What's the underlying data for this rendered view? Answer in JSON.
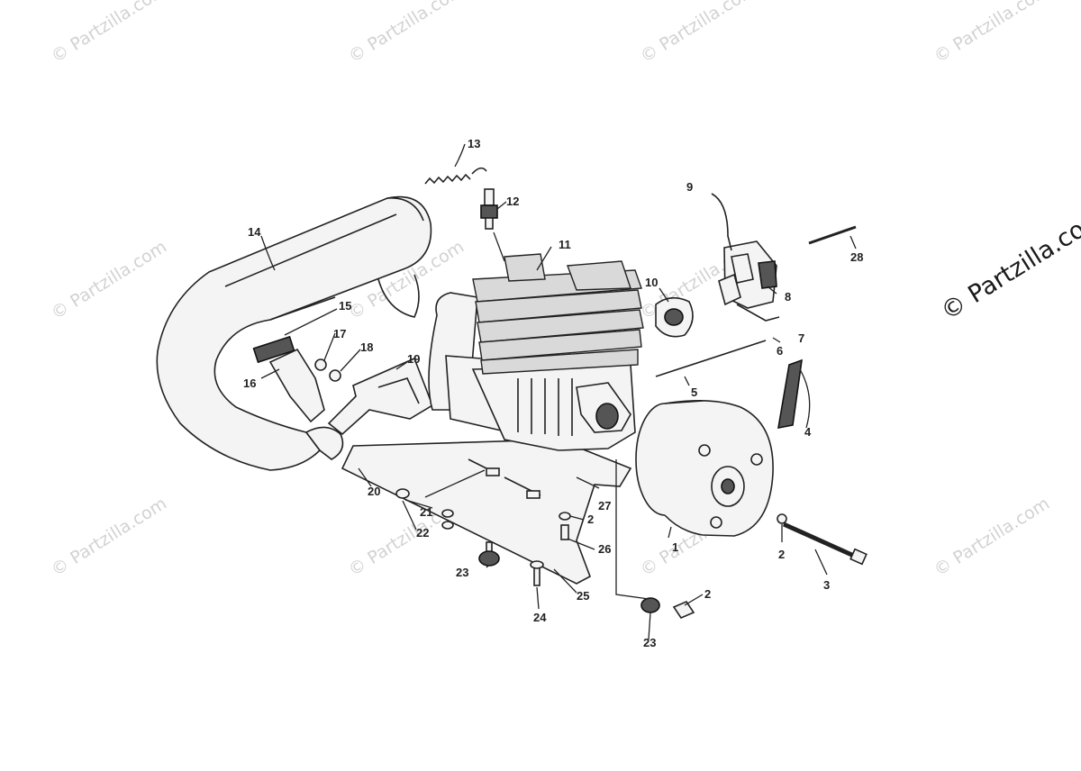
{
  "watermark": {
    "text": "© Partzilla.com"
  },
  "callouts": [
    {
      "id": "c1",
      "label": "1"
    },
    {
      "id": "c2a",
      "label": "2"
    },
    {
      "id": "c2b",
      "label": "2"
    },
    {
      "id": "c2c",
      "label": "2"
    },
    {
      "id": "c3",
      "label": "3"
    },
    {
      "id": "c4",
      "label": "4"
    },
    {
      "id": "c5",
      "label": "5"
    },
    {
      "id": "c6",
      "label": "6"
    },
    {
      "id": "c7",
      "label": "7"
    },
    {
      "id": "c8",
      "label": "8"
    },
    {
      "id": "c9",
      "label": "9"
    },
    {
      "id": "c10",
      "label": "10"
    },
    {
      "id": "c11",
      "label": "11"
    },
    {
      "id": "c12",
      "label": "12"
    },
    {
      "id": "c13",
      "label": "13"
    },
    {
      "id": "c14",
      "label": "14"
    },
    {
      "id": "c15",
      "label": "15"
    },
    {
      "id": "c16",
      "label": "16"
    },
    {
      "id": "c17",
      "label": "17"
    },
    {
      "id": "c18",
      "label": "18"
    },
    {
      "id": "c19",
      "label": "19"
    },
    {
      "id": "c20",
      "label": "20"
    },
    {
      "id": "c21",
      "label": "21"
    },
    {
      "id": "c22",
      "label": "22"
    },
    {
      "id": "c23a",
      "label": "23"
    },
    {
      "id": "c23b",
      "label": "23"
    },
    {
      "id": "c24",
      "label": "24"
    },
    {
      "id": "c25",
      "label": "25"
    },
    {
      "id": "c26",
      "label": "26"
    },
    {
      "id": "c27",
      "label": "27"
    },
    {
      "id": "c28",
      "label": "28"
    }
  ]
}
